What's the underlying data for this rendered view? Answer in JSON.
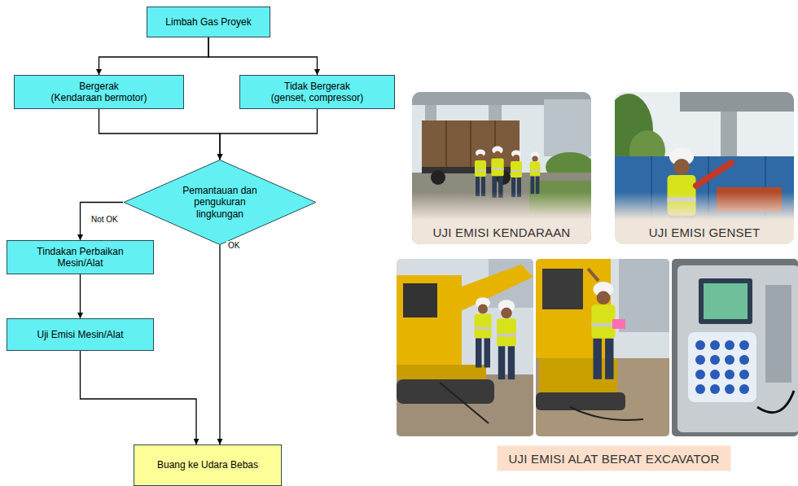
{
  "diagram": {
    "nodes": [
      {
        "text": [
          "Limbah Gas Proyek"
        ]
      },
      {
        "text": [
          "Bergerak",
          "(Kendaraan bermotor)"
        ]
      },
      {
        "text": [
          "Tidak Bergerak",
          "(genset, compressor)"
        ]
      },
      {
        "text": [
          "Pemantauan dan pengukuran lingkungan"
        ]
      },
      {
        "text": [
          "Tindakan Perbaikan Mesin/Alat"
        ]
      },
      {
        "text": [
          "Uji Emisi Mesin/Alat"
        ]
      },
      {
        "text": [
          "Buang ke Udara Bebas"
        ]
      }
    ],
    "edges": [
      {
        "from": 0,
        "to": 1,
        "arrow": "to"
      },
      {
        "from": 0,
        "to": 2,
        "arrow": "to"
      },
      {
        "from": 1,
        "to": 3,
        "arrow": "to"
      },
      {
        "from": 2,
        "to": 3,
        "arrow": "to"
      },
      {
        "from": 3,
        "to": 4,
        "label": "Not OK",
        "arrow": "to"
      },
      {
        "from": 3,
        "to": 6,
        "label": "OK",
        "arrow": "to"
      },
      {
        "from": 4,
        "to": 5,
        "arrow": "to"
      },
      {
        "from": 5,
        "to": 6,
        "arrow": "to"
      }
    ],
    "labels": [
      "UJI EMISI KENDARAAN",
      "UJI EMISI GENSET",
      "UJI EMISI ALAT BERAT EXCAVATOR"
    ]
  }
}
